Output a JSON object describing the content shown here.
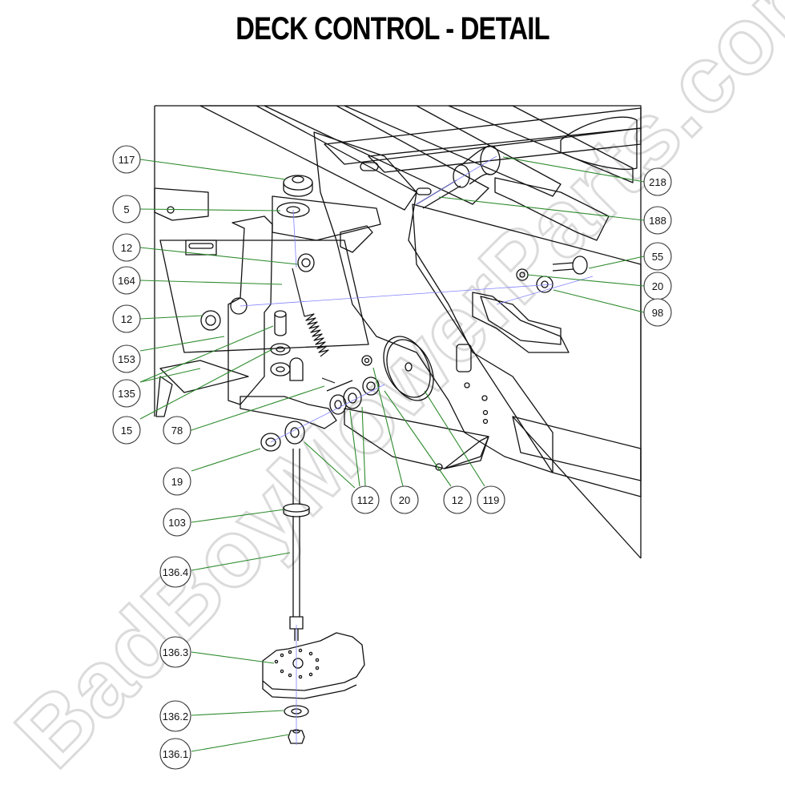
{
  "title": "DECK CONTROL - DETAIL",
  "watermark": "BadBoyMowerParts.com",
  "colors": {
    "leader": "#2e8b2e",
    "centerline": "#8080ff",
    "outline": "#111111",
    "watermark": "#dcdcdc"
  },
  "callouts": [
    {
      "label": "117"
    },
    {
      "label": "5"
    },
    {
      "label": "12"
    },
    {
      "label": "164"
    },
    {
      "label": "12"
    },
    {
      "label": "153"
    },
    {
      "label": "135"
    },
    {
      "label": "15"
    },
    {
      "label": "78"
    },
    {
      "label": "19"
    },
    {
      "label": "103"
    },
    {
      "label": "136.4"
    },
    {
      "label": "136.3"
    },
    {
      "label": "136.2"
    },
    {
      "label": "136.1"
    },
    {
      "label": "218"
    },
    {
      "label": "188"
    },
    {
      "label": "55"
    },
    {
      "label": "20"
    },
    {
      "label": "98"
    },
    {
      "label": "112"
    },
    {
      "label": "20"
    },
    {
      "label": "12"
    },
    {
      "label": "119"
    }
  ]
}
